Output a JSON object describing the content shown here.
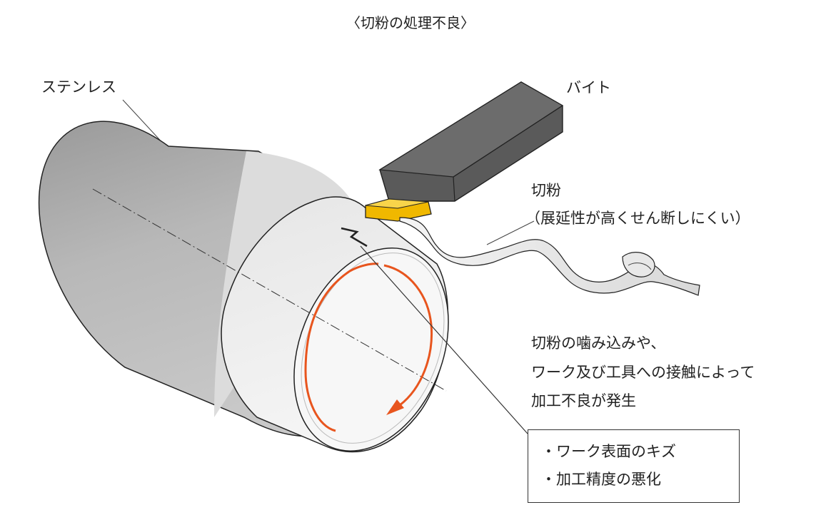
{
  "title": "〈切粉の処理不良〉",
  "labels": {
    "stainless": "ステンレス",
    "tool": "バイト",
    "chip_line1": "切粉",
    "chip_line2": "（展延性が高くせん断しにくい）"
  },
  "notes": [
    "切粉の噛み込みや、",
    "ワーク及び工具への接触によって",
    "加工不良が発生"
  ],
  "results": [
    "・ワーク表面のキズ",
    "・加工精度の悪化"
  ],
  "colors": {
    "rotation_arrow": "#e8551e",
    "insert": "#f0b800",
    "tool_body": "#555555",
    "workpiece_body": "#a8a8a8",
    "workpiece_face": "#ececec"
  },
  "icons": [
    "rotation-arrow-icon"
  ]
}
